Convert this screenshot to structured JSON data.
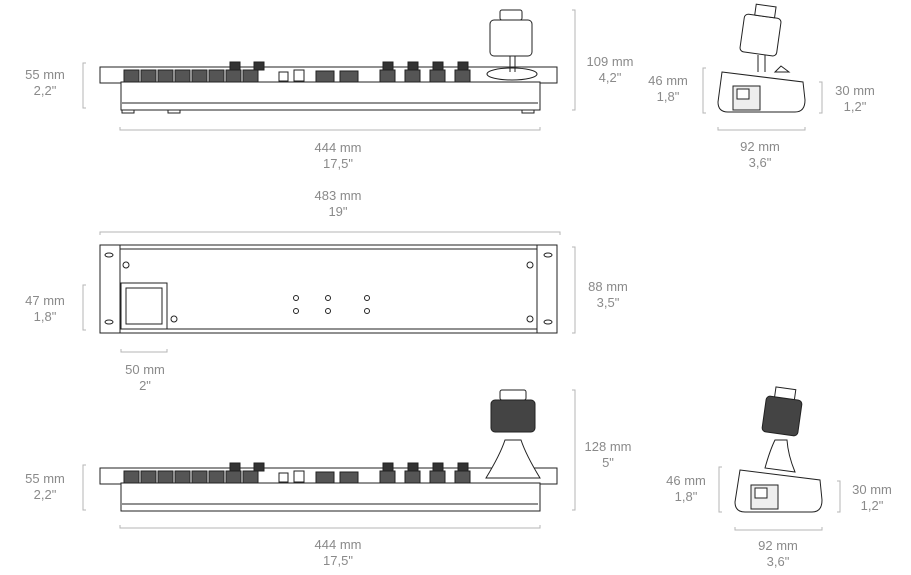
{
  "colors": {
    "dimension_text": "#8a8a8a",
    "dimension_line": "#b5b5b5",
    "drawing_line": "#222222"
  },
  "views": {
    "front_keyboard_1": {
      "height": {
        "mm": "55 mm",
        "in": "2,2\""
      },
      "total_height": {
        "mm": "109 mm",
        "in": "4,2\""
      },
      "width": {
        "mm": "444 mm",
        "in": "17,5\""
      }
    },
    "side_1": {
      "height": {
        "mm": "46 mm",
        "in": "1,8\""
      },
      "body_height": {
        "mm": "30 mm",
        "in": "1,2\""
      },
      "depth": {
        "mm": "92 mm",
        "in": "3,6\""
      }
    },
    "rear_panel": {
      "rack_width": {
        "mm": "483 mm",
        "in": "19\""
      },
      "cutout_height": {
        "mm": "47 mm",
        "in": "1,8\""
      },
      "height": {
        "mm": "88 mm",
        "in": "3,5\""
      },
      "cutout_width": {
        "mm": "50 mm",
        "in": "2\""
      }
    },
    "front_keyboard_2": {
      "height": {
        "mm": "55 mm",
        "in": "2,2\""
      },
      "total_height": {
        "mm": "128 mm",
        "in": "5\""
      },
      "width": {
        "mm": "444 mm",
        "in": "17,5\""
      }
    },
    "side_2": {
      "height": {
        "mm": "46 mm",
        "in": "1,8\""
      },
      "body_height": {
        "mm": "30 mm",
        "in": "1,2\""
      },
      "depth": {
        "mm": "92 mm",
        "in": "3,6\""
      }
    }
  }
}
